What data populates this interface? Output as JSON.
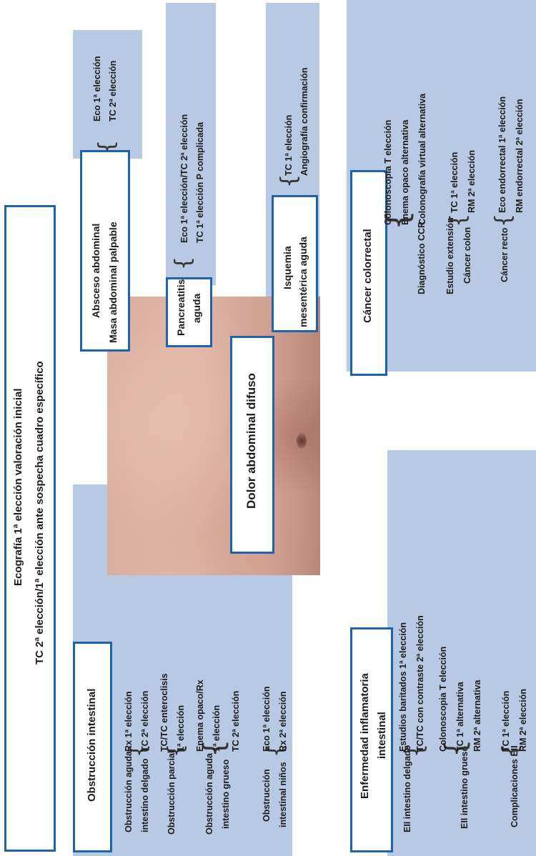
{
  "top": {
    "line1": "Ecografía 1ª  elección   valoración inicial",
    "line2": "TC 2ª  elección/1ª elección ante  sospecha cuadro específico"
  },
  "center": {
    "title": "Dolor abdominal difuso"
  },
  "absceso": {
    "title1": "Absceso  abdominal",
    "title2": "Masa  abdominal palpable",
    "items": [
      "Eco 1ª  elección",
      "TC 2ª  elección"
    ]
  },
  "pancreatitis": {
    "title1": "Pancreatitis",
    "title2": "aguda",
    "items": [
      "Eco 1ª  elección/TC 2ª  elección",
      "TC 1ª  elección P complicada"
    ]
  },
  "isquemia": {
    "title1": "Isquemia",
    "title2": "mesentérica  aguda",
    "items": [
      "TC 1ª  elección",
      "Angiografía  confirmación"
    ]
  },
  "cancer": {
    "title": "Cáncer colorrectal",
    "rows": [
      {
        "label1": "Diagnóstico  CCR",
        "label2": "",
        "items": [
          "Colonoscopia T elección",
          "Enema opaco alternativa",
          "Colonografía virtual alternativa"
        ]
      },
      {
        "label1": "Estudio extensión",
        "label2": "Cáncer colon",
        "items": [
          "TC 1ª  elección",
          "RM 2ª  elección"
        ]
      },
      {
        "label1": "Cáncer recto",
        "label2": "",
        "items": [
          "Eco endorrectal 1ª  elección",
          "RM endorrectal  2ª  elección"
        ]
      }
    ]
  },
  "obstruccion": {
    "title": "Obstrucción intestinal",
    "rows": [
      {
        "label1": "Obstrucción aguda",
        "label2": "intestino delgado",
        "items": [
          "Rx 1ª  elección",
          "TC 2ª  elección"
        ]
      },
      {
        "label1": "Obstrucción parcial",
        "label2": "",
        "items": [
          "TC/TC enteroclisis",
          "1ª  elección"
        ]
      },
      {
        "label1": "Obstrucción aguda",
        "label2": "intestino grueso",
        "items": [
          "Enema opaco/Rx",
          "1ª  elección",
          "TC 2ª  elección"
        ]
      },
      {
        "label1": "Obstrucción",
        "label2": "intestinal niños",
        "items": [
          "Eco 1ª  elección",
          "Rx 2ª  elección"
        ]
      }
    ]
  },
  "eii": {
    "title1": "Enfermedad inflamatoria",
    "title2": "intestinal",
    "rows": [
      {
        "label1": "EII intestino delgado",
        "items": [
          "Estudios baritados 1ª  elección",
          "TC/TC  con contraste 2ª  elección"
        ]
      },
      {
        "label1": "EII intestino grueso",
        "items": [
          "Colonoscopia T elección",
          "TC 1ª  alternativa",
          "RM 2ª  alternativa"
        ]
      },
      {
        "label1": "Complicaciones EII",
        "items": [
          "TC 1ª  elección",
          "RM 2ª  elección"
        ]
      }
    ]
  }
}
